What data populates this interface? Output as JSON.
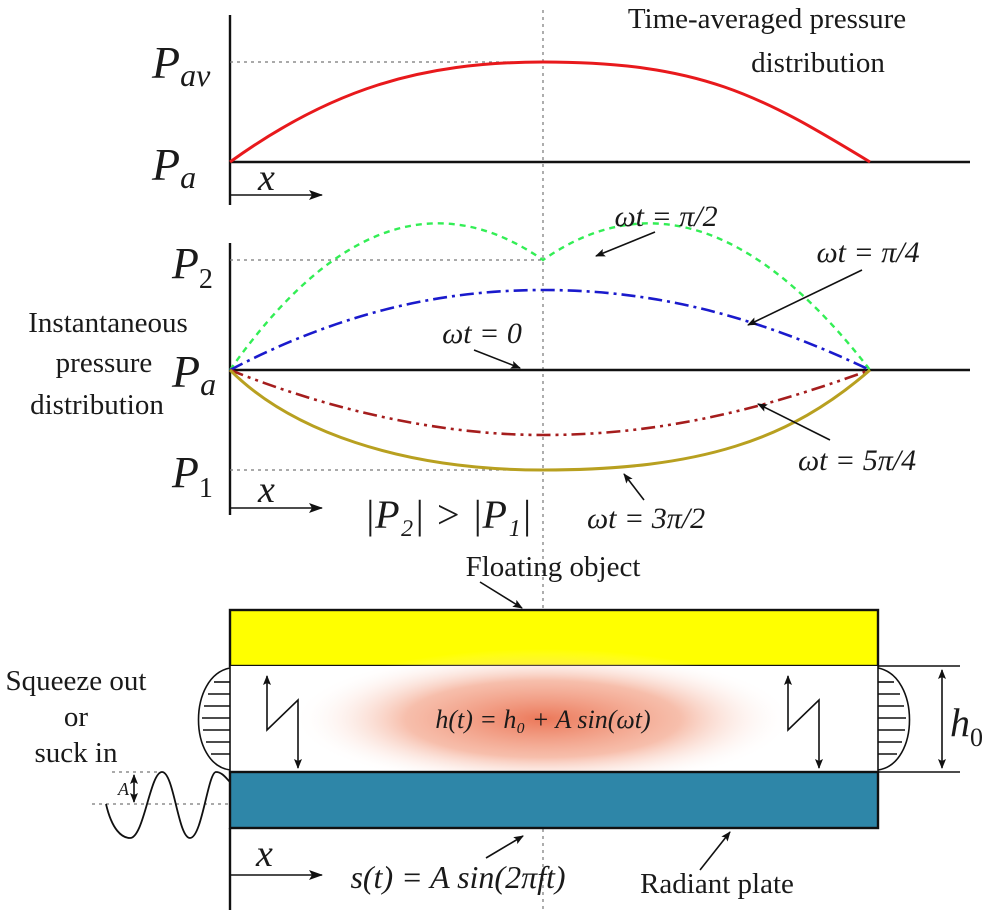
{
  "top_panel": {
    "title_line1": "Time-averaged pressure",
    "title_line2": "distribution",
    "pav_symbol": "P",
    "pav_subscript": "av",
    "pa_symbol": "P",
    "pa_subscript": "a",
    "x_label": "x",
    "curve_color": "#e8191c"
  },
  "middle_panel": {
    "side_label_line1": "Instantaneous",
    "side_label_line2": "pressure",
    "side_label_line3": "distribution",
    "p2_symbol": "P",
    "p2_subscript": "2",
    "pa_symbol": "P",
    "pa_subscript": "a",
    "p1_symbol": "P",
    "p1_subscript": "1",
    "x_label": "x",
    "inequality": "|P₂| > |P₁|",
    "curves": [
      {
        "label": "ωt = π/2",
        "color": "#33ee55",
        "style": "dashed"
      },
      {
        "label": "ωt = π/4",
        "color": "#1a1acc",
        "style": "dash-dot"
      },
      {
        "label": "ωt = 0",
        "color": "#222222",
        "style": "solid"
      },
      {
        "label": "ωt = 5π/4",
        "color": "#a51d1d",
        "style": "dash-dot-dot"
      },
      {
        "label": "ωt = 3π/2",
        "color": "#b8a020",
        "style": "solid"
      }
    ]
  },
  "bottom_panel": {
    "floating_object_label": "Floating object",
    "floating_object_color": "#ffff00",
    "radiant_plate_label": "Radiant plate",
    "radiant_plate_color": "#2e86a8",
    "gap_glow_color": "#e8603c",
    "squeeze_line1": "Squeeze out",
    "squeeze_line2": "or",
    "squeeze_line3": "suck in",
    "gap_equation": "h(t) = h₀ + A sin(ωt)",
    "h0_symbol": "h",
    "h0_subscript": "0",
    "amplitude_symbol": "A",
    "x_label": "x",
    "motion_equation": "s(t) = A sin(2πft)"
  }
}
